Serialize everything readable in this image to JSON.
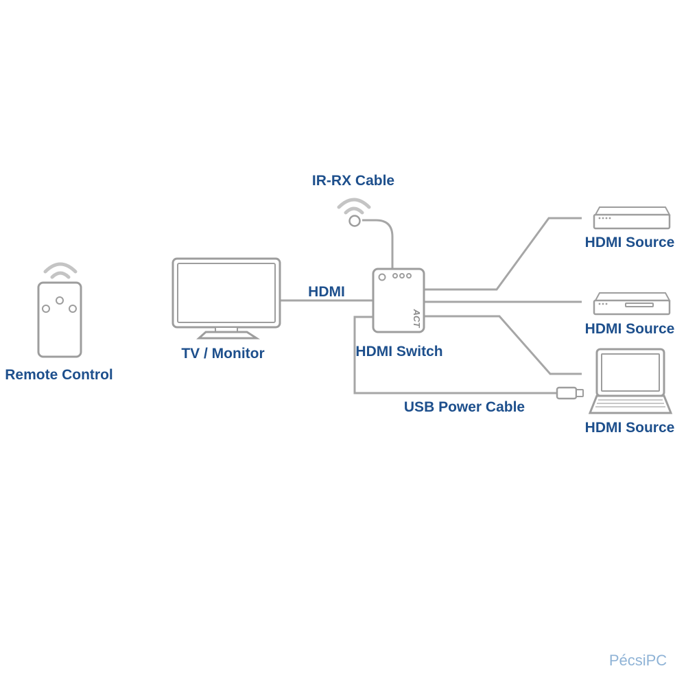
{
  "labels": {
    "remote_control": "Remote Control",
    "tv_monitor": "TV / Monitor",
    "hdmi": "HDMI",
    "ir_rx_cable": "IR-RX Cable",
    "hdmi_switch": "HDMI Switch",
    "usb_power_cable": "USB Power Cable",
    "hdmi_source_1": "HDMI Source",
    "hdmi_source_2": "HDMI Source",
    "hdmi_source_3": "HDMI Source"
  },
  "switch_logo": "ACT",
  "watermark": "PécsiPC",
  "colors": {
    "label": "#1d4f8c",
    "line": "#a6a6a6",
    "device_outline": "#9d9d9d",
    "signal_wave": "#c4c4c4"
  }
}
